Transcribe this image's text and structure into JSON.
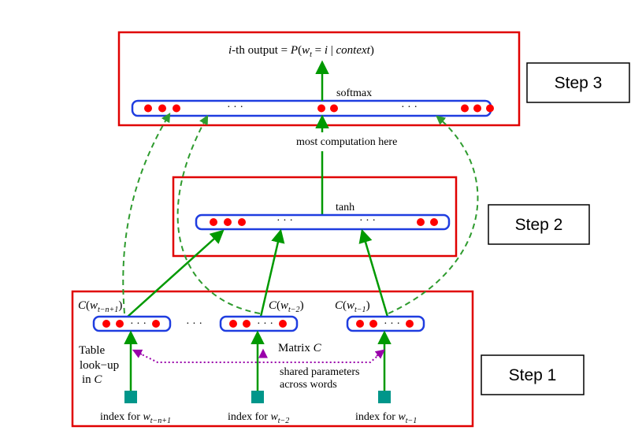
{
  "steps": {
    "step3": "Step 3",
    "step2": "Step 2",
    "step1": "Step 1"
  },
  "output_formula": {
    "prefix": "i",
    "dash_text": "-th output = ",
    "P": "P",
    "open": "(",
    "w": "w",
    "w_sub": "t",
    "eq": " = ",
    "i": "i",
    "bar": " | ",
    "context": "context",
    "close": ")"
  },
  "labels": {
    "softmax": "softmax",
    "most_computation": "most  computation here",
    "tanh": "tanh",
    "table_line1": "Table",
    "table_line2": "look−up",
    "table_line3_prefix": "in ",
    "table_line3_var": "C",
    "matrix_prefix": "Matrix ",
    "matrix_var": "C",
    "shared_line1": "shared parameters",
    "shared_line2": "across words",
    "ellipsis": "· · ·",
    "ellipsis_gap": ". . ."
  },
  "embeddings": [
    {
      "C": "C",
      "open": "(",
      "w": "w",
      "sub": "t−n+1",
      "close": ")"
    },
    {
      "C": "C",
      "open": "(",
      "w": "w",
      "sub": "t−2",
      "close": ")"
    },
    {
      "C": "C",
      "open": "(",
      "w": "w",
      "sub": "t−1",
      "close": ")"
    }
  ],
  "indices": [
    {
      "prefix": "index for ",
      "w": "w",
      "sub": "t−n+1"
    },
    {
      "prefix": "index for ",
      "w": "w",
      "sub": "t−2"
    },
    {
      "prefix": "index for ",
      "w": "w",
      "sub": "t−1"
    }
  ],
  "colors": {
    "step_frame": "#e00000",
    "layer_frame": "#1f3de0",
    "neuron": "#ff0000",
    "arrow": "#009900",
    "dashed_link": "#2e9b2e",
    "shared_link": "#9900aa",
    "index_square": "#00968a"
  }
}
